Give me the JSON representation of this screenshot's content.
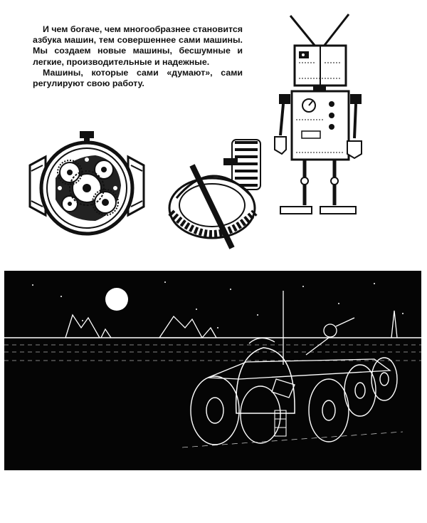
{
  "article": {
    "paragraphs": [
      "И чем богаче, чем многообразнее становится азбука машин, тем совершеннее сами машины. Мы создаем новые машины, бесшумные и легкие, производительные и надежные.",
      "Машины, которые сами «думают», сами регулируют свою работу."
    ]
  },
  "illustrations": {
    "watch": "wristwatch-mechanism",
    "gears": "bevel-gear-pair",
    "robot": "antenna-robot",
    "scene": "lunar-rover-night-scene"
  },
  "colors": {
    "ink": "#111111",
    "paper": "#ffffff",
    "night": "#050505"
  }
}
